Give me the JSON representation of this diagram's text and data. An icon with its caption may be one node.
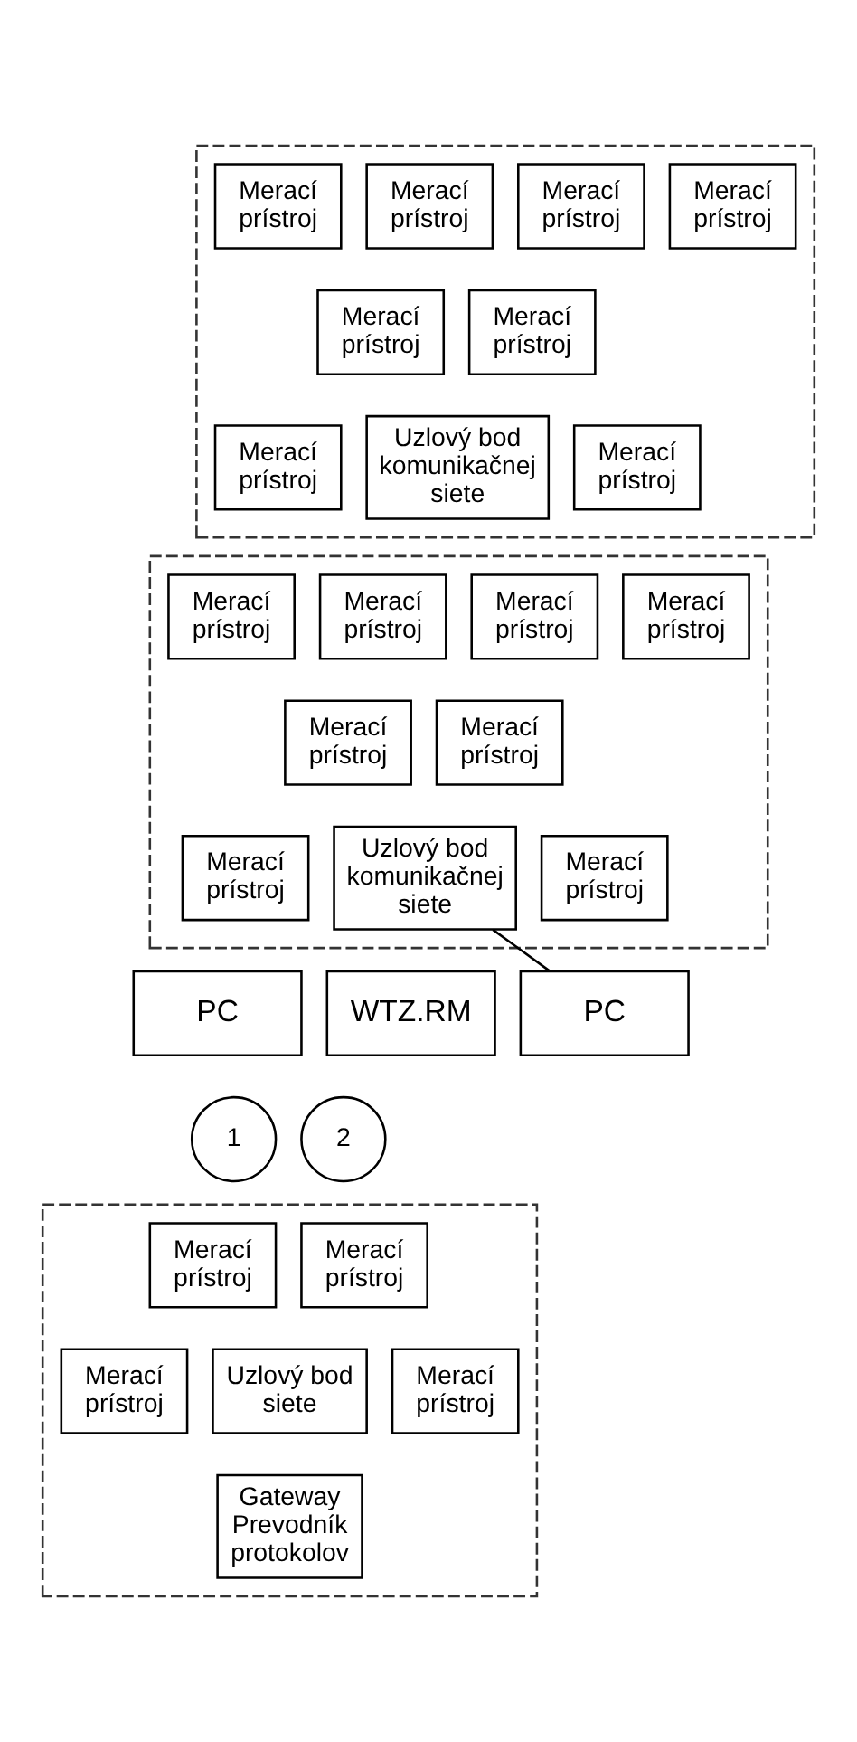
{
  "diagram": {
    "nodes": [
      {
        "text": [],
        "shape": "box"
      },
      {
        "text": [
          "Merací prístroj"
        ],
        "in": 0
      },
      {
        "text": [
          "Merací prístroj"
        ],
        "in": 0
      },
      {
        "text": [
          "Merací prístroj"
        ],
        "in": 0
      },
      {
        "text": [
          "Merací prístroj"
        ],
        "in": 0
      },
      {
        "text": [
          "Merací prístroj"
        ],
        "in": 0
      },
      {
        "text": [
          "Merací prístroj"
        ],
        "in": 0
      },
      {
        "text": [
          "Merací prístroj"
        ],
        "in": 0
      },
      {
        "text": [
          "Merací prístroj"
        ],
        "in": 0
      },
      {
        "text": [
          "Uzlový bod komunikačnej siete"
        ],
        "in": 0
      },
      {
        "text": [],
        "shape": "box"
      },
      {
        "text": [
          "Merací prístroj"
        ],
        "in": 10
      },
      {
        "text": [
          "Merací prístroj"
        ],
        "in": 10
      },
      {
        "text": [
          "Merací prístroj"
        ],
        "in": 10
      },
      {
        "text": [
          "Merací prístroj"
        ],
        "in": 10
      },
      {
        "text": [
          "Merací prístroj"
        ],
        "in": 10
      },
      {
        "text": [
          "Merací prístroj"
        ],
        "in": 10
      },
      {
        "text": [
          "Merací prístroj"
        ],
        "in": 10
      },
      {
        "text": [
          "Merací prístroj"
        ],
        "in": 10
      },
      {
        "text": [
          "Uzlový bod komunikačnej siete"
        ],
        "in": 10
      },
      {
        "text": [
          "PC"
        ]
      },
      {
        "text": [
          "WTZ.RM"
        ]
      },
      {
        "text": [
          "PC"
        ]
      },
      {
        "text": [
          "1"
        ]
      },
      {
        "text": [
          "2"
        ]
      },
      {
        "text": [],
        "shape": "box"
      },
      {
        "text": [
          "Merací prístroj"
        ],
        "in": 25
      },
      {
        "text": [
          "Merací prístroj"
        ],
        "in": 25
      },
      {
        "text": [
          "Merací prístroj"
        ],
        "in": 25
      },
      {
        "text": [
          "Merací prístroj"
        ],
        "in": 25
      },
      {
        "text": [
          "Uzlový bod siete"
        ],
        "in": 25
      },
      {
        "text": [
          "Gateway",
          "Prevodník protokolov"
        ],
        "in": 25
      }
    ],
    "edges": [
      {
        "from": 19,
        "to": 22,
        "arrow": "none"
      }
    ]
  }
}
